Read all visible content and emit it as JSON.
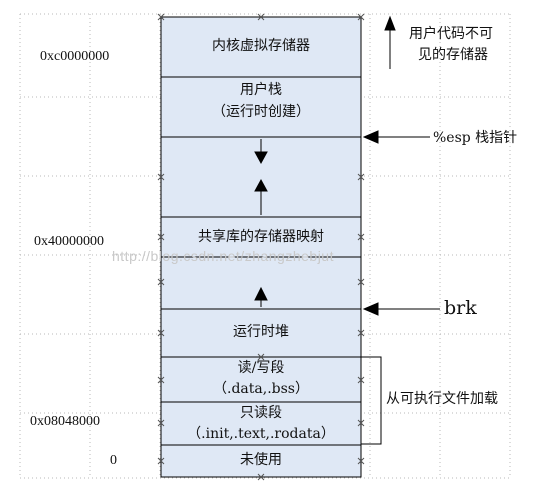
{
  "segments": {
    "kernel": "内核虚拟存储器",
    "user_stack": "用户栈",
    "user_stack_note": "（运行时创建）",
    "shared_libs": "共享库的存储器映射",
    "heap": "运行时堆",
    "rw_seg": "读/写段",
    "rw_seg_note": "（.data,.bss）",
    "ro_seg": "只读段",
    "ro_seg_note": "（.init,.text,.rodata）",
    "unused": "未使用"
  },
  "addresses": {
    "kernel_base": "0xc0000000",
    "shared_base": "0x40000000",
    "text_base": "0x08048000",
    "zero": "0"
  },
  "annotations": {
    "invisible_line1": "用户代码不可",
    "invisible_line2": "见的存储器",
    "esp": "%esp 栈指针",
    "brk": "brk",
    "loaded_from_file": "从可执行文件加载"
  },
  "watermark": "http://blog.csdn.net/zhangzhebjut",
  "colors": {
    "box_fill": "#dfe8f5",
    "line": "#000000",
    "grid": "#b8b8b8"
  }
}
